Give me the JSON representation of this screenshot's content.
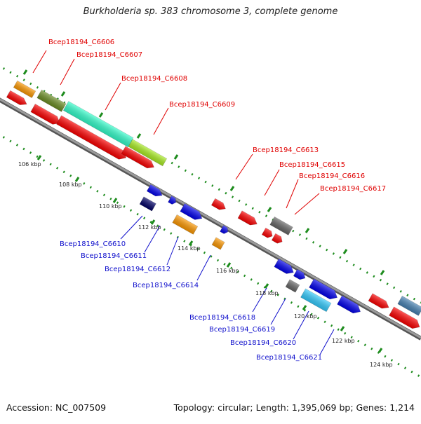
{
  "title": "Burkholderia sp. 383 chromosome 3, complete genome",
  "footer": {
    "accession": "Accession: NC_007509",
    "summary": "Topology: circular; Length: 1,395,069 bp; Genes: 1,214"
  },
  "colors": {
    "backbone": "#7f7f7f",
    "dots": "#1e8c1e",
    "label_top": "#e00000",
    "label_bottom": "#1010cc"
  },
  "ticks": [
    "106 kbp",
    "108 kbp",
    "110 kbp",
    "112 kbp",
    "114 kbp",
    "116 kbp",
    "118 kbp",
    "120 kbp",
    "122 kbp",
    "124 kbp"
  ],
  "labels_top": [
    "Bcep18194_C6606",
    "Bcep18194_C6607",
    "Bcep18194_C6608",
    "Bcep18194_C6609",
    "Bcep18194_C6613",
    "Bcep18194_C6615",
    "Bcep18194_C6616",
    "Bcep18194_C6617"
  ],
  "labels_bottom": [
    "Bcep18194_C6610",
    "Bcep18194_C6611",
    "Bcep18194_C6612",
    "Bcep18194_C6614",
    "Bcep18194_C6618",
    "Bcep18194_C6619",
    "Bcep18194_C6620",
    "Bcep18194_C6621"
  ]
}
